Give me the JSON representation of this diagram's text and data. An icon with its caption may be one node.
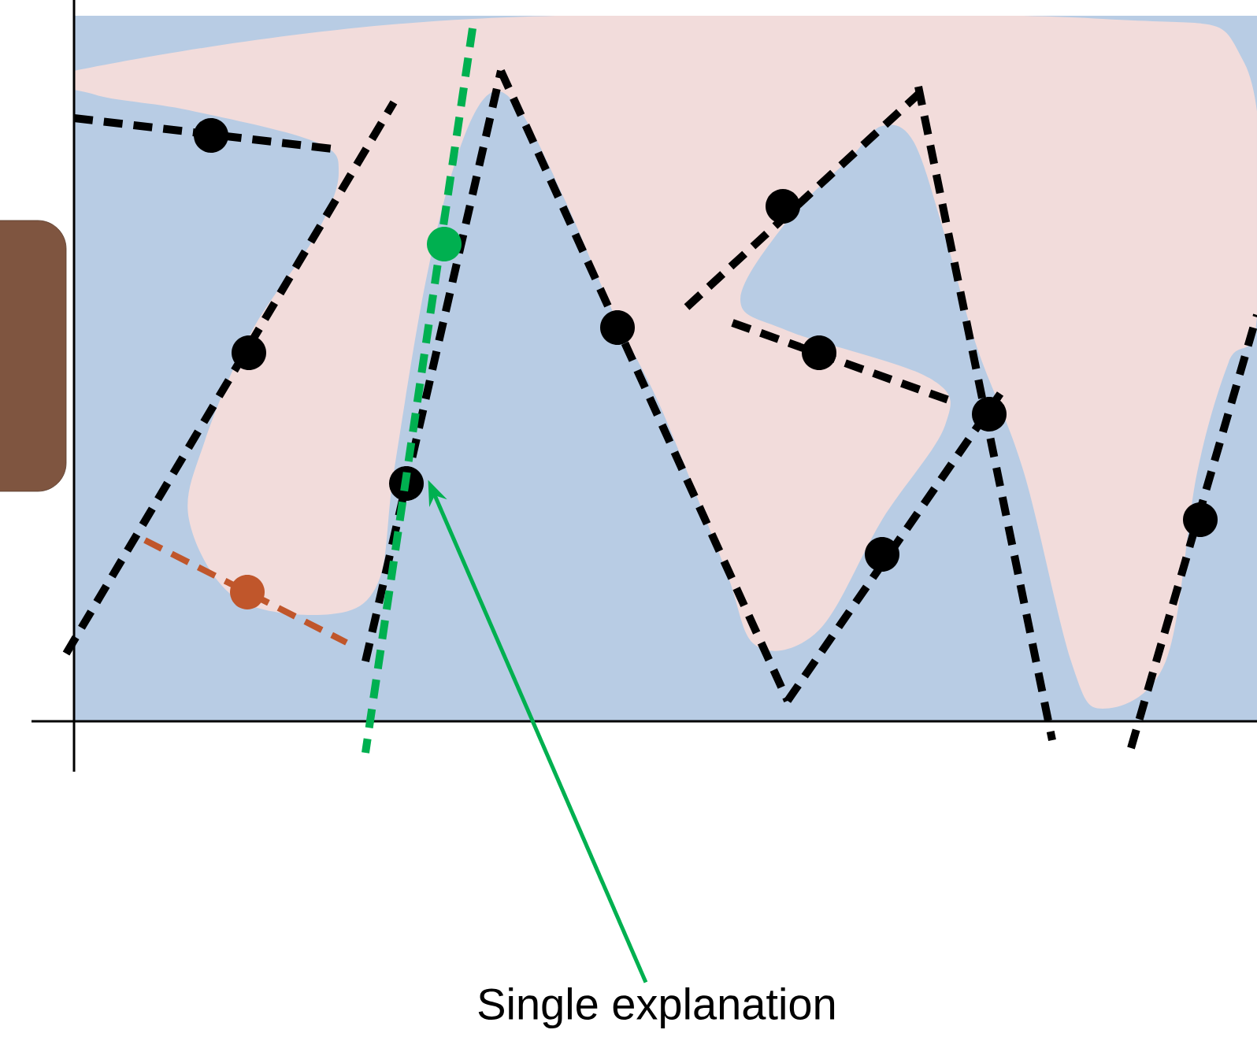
{
  "diagram": {
    "nodes": [
      {
        "text": [
          "Single explanation"
        ]
      },
      {
        "text": [],
        "shape": "line"
      }
    ],
    "edges": [
      {
        "from": 0,
        "to": 1,
        "arrow": "to"
      }
    ]
  }
}
